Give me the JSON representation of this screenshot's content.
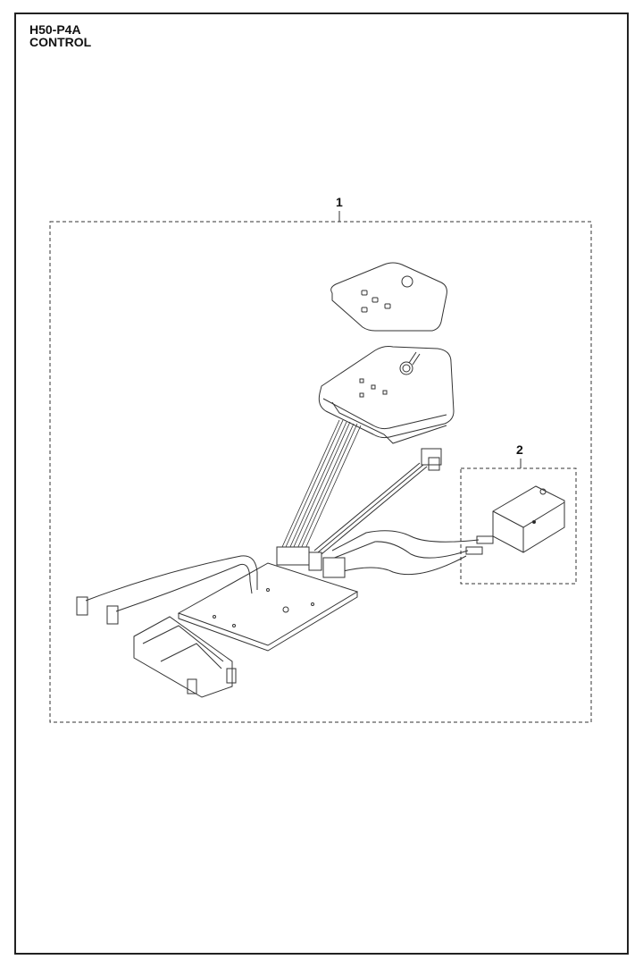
{
  "header": {
    "model": "H50-P4A",
    "section": "CONTROL"
  },
  "callouts": [
    {
      "number": "1",
      "part": "control-assembly"
    },
    {
      "number": "2",
      "part": "micro-switch"
    }
  ]
}
